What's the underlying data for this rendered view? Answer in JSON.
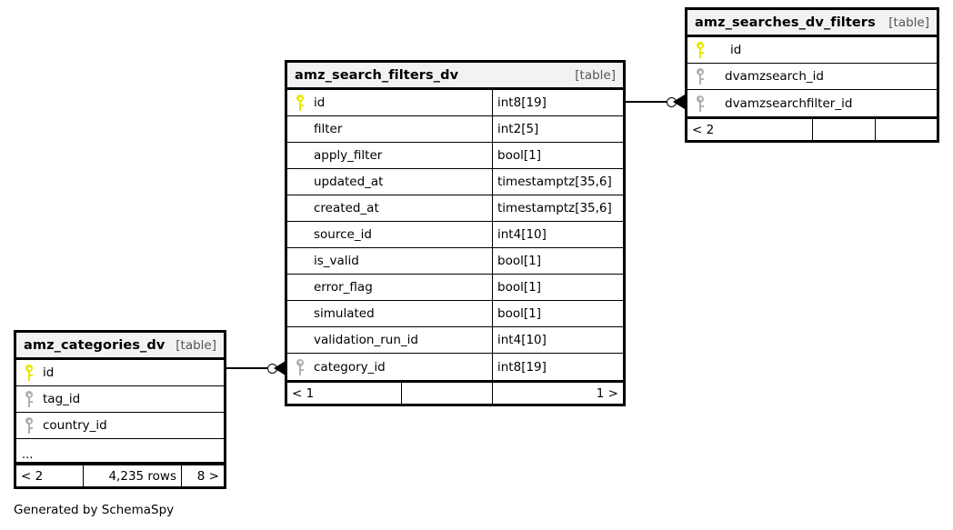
{
  "diagram": {
    "caption": "Generated by SchemaSpy",
    "table_tag": "[table]",
    "pk_icon": "key-icon-primary",
    "fk_icon": "key-icon-foreign"
  },
  "tables": {
    "search_filters": {
      "name": "amz_search_filters_dv",
      "tag": "[table]",
      "columns": [
        {
          "key": "pk",
          "name": "id",
          "type": "int8[19]"
        },
        {
          "key": "none",
          "name": "filter",
          "type": "int2[5]"
        },
        {
          "key": "none",
          "name": "apply_filter",
          "type": "bool[1]"
        },
        {
          "key": "none",
          "name": "updated_at",
          "type": "timestamptz[35,6]"
        },
        {
          "key": "none",
          "name": "created_at",
          "type": "timestamptz[35,6]"
        },
        {
          "key": "none",
          "name": "source_id",
          "type": "int4[10]"
        },
        {
          "key": "none",
          "name": "is_valid",
          "type": "bool[1]"
        },
        {
          "key": "none",
          "name": "error_flag",
          "type": "bool[1]"
        },
        {
          "key": "none",
          "name": "simulated",
          "type": "bool[1]"
        },
        {
          "key": "none",
          "name": "validation_run_id",
          "type": "int4[10]"
        },
        {
          "key": "fk",
          "name": "category_id",
          "type": "int8[19]"
        }
      ],
      "footer": {
        "left": "< 1",
        "middle": "",
        "right": "1 >"
      }
    },
    "searches_filters": {
      "name": "amz_searches_dv_filters",
      "tag": "[table]",
      "columns": [
        {
          "key": "pk",
          "name": "id"
        },
        {
          "key": "fk",
          "name": "dvamzsearch_id"
        },
        {
          "key": "fk",
          "name": "dvamzsearchfilter_id"
        }
      ],
      "footer": {
        "left": "< 2",
        "middle": "",
        "right": ""
      }
    },
    "categories": {
      "name": "amz_categories_dv",
      "tag": "[table]",
      "columns": [
        {
          "key": "pk",
          "name": "id"
        },
        {
          "key": "fk",
          "name": "tag_id"
        },
        {
          "key": "fk",
          "name": "country_id"
        }
      ],
      "more_indicator": "...",
      "footer": {
        "left": "< 2",
        "middle": "4,235 rows",
        "right": "8 >"
      }
    }
  },
  "colors": {
    "primary_key": "#e8e800",
    "foreign_key": "#b0b0b0",
    "border": "#000000",
    "header_bg": "#f2f2f2"
  }
}
